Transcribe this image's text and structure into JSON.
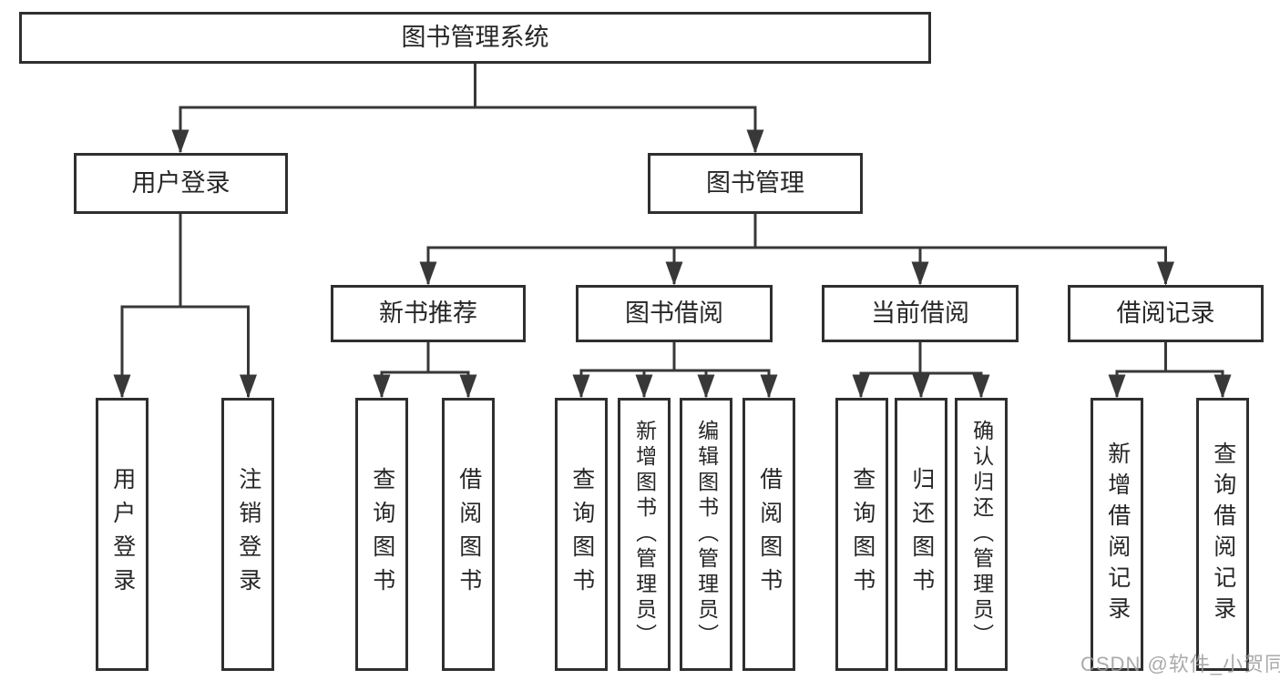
{
  "diagram": {
    "root": "图书管理系统",
    "branches": [
      {
        "label": "用户登录",
        "leaves": [
          "用户登录",
          "注销登录"
        ]
      },
      {
        "label": "图书管理",
        "groups": [
          {
            "label": "新书推荐",
            "leaves": [
              "查询图书",
              "借阅图书"
            ]
          },
          {
            "label": "图书借阅",
            "leaves": [
              "查询图书",
              "新增图书（管理员）",
              "编辑图书（管理员）",
              "借阅图书"
            ]
          },
          {
            "label": "当前借阅",
            "leaves": [
              "查询图书",
              "归还图书",
              "确认归还（管理员）"
            ]
          },
          {
            "label": "借阅记录",
            "leaves": [
              "新增借阅记录",
              "查询借阅记录"
            ]
          }
        ]
      }
    ]
  },
  "watermark": {
    "text": "CSDN @软件_小贺同学"
  },
  "colors": {
    "line": "#383838",
    "box_border": "#2f2f2f",
    "text": "#262626",
    "watermark": "#9c9c9c",
    "background": "#ffffff"
  }
}
